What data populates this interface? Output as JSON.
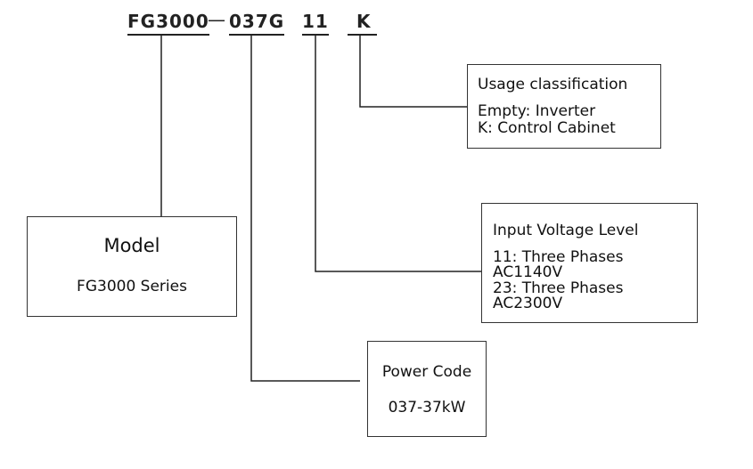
{
  "model_code": {
    "series": "FG3000",
    "separator": "—",
    "power": "037G",
    "voltage": "11",
    "usage": "K"
  },
  "model_box": {
    "title": "Model",
    "value": "FG3000 Series"
  },
  "usage_box": {
    "title": "Usage classification",
    "line1": "Empty: Inverter",
    "line2": "K: Control Cabinet"
  },
  "voltage_box": {
    "title": "Input Voltage Level",
    "line1": "11: Three Phases",
    "line2": "AC1140V",
    "line3": "23: Three Phases",
    "line4": "AC2300V"
  },
  "power_box": {
    "title": "Power Code",
    "value": "037-37kW"
  }
}
